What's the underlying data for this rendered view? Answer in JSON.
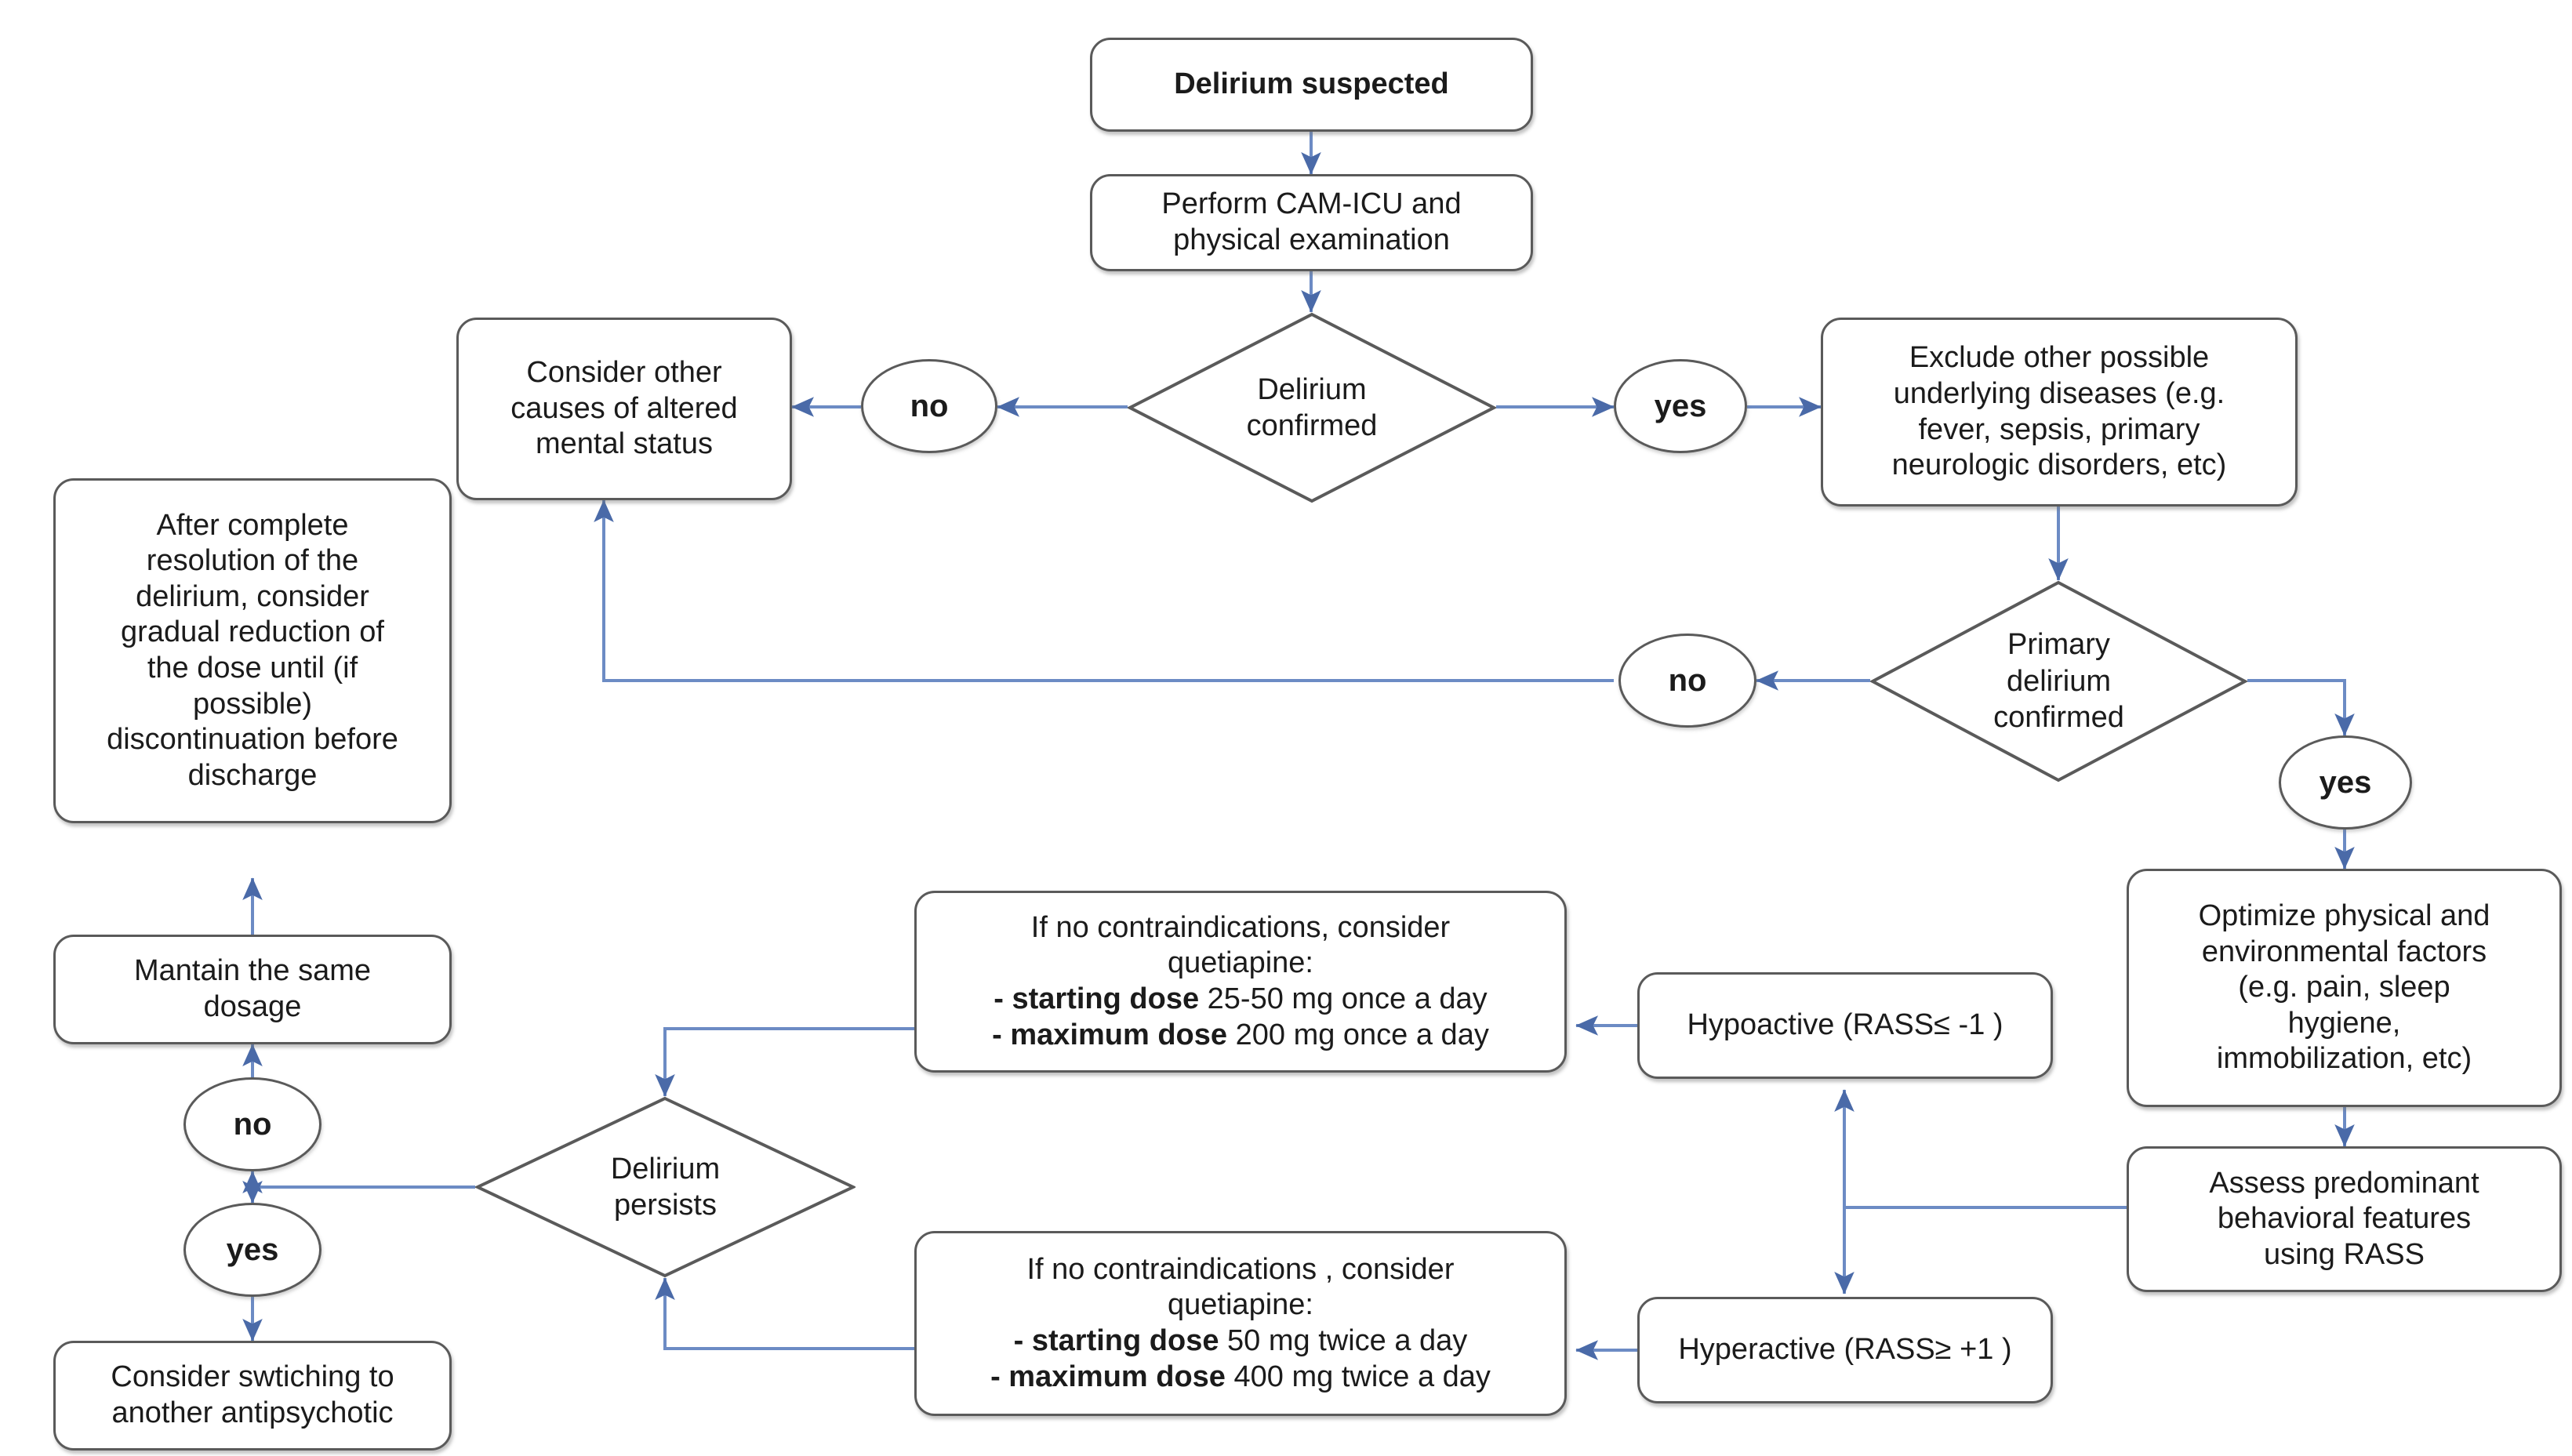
{
  "diagram": {
    "title": "Delirium suspected management algorithm",
    "colors": {
      "edge": "#6c8bc4",
      "node_border": "#5a5a5a",
      "node_fill": "#ffffff",
      "text": "#1b1b1b",
      "background": "#ffffff"
    }
  },
  "nodes": {
    "delirium_suspected": {
      "label": "Delirium suspected",
      "shape": "process"
    },
    "perform_camicu": {
      "lines": [
        "Perform CAM-ICU and",
        "physical examination"
      ],
      "shape": "process"
    },
    "delirium_confirmed": {
      "lines": [
        "Delirium",
        "confirmed"
      ],
      "shape": "decision"
    },
    "no_1": {
      "label": "no",
      "shape": "ellipse"
    },
    "yes_1": {
      "label": "yes",
      "shape": "ellipse"
    },
    "consider_other_causes": {
      "lines": [
        "Consider other",
        "causes of altered",
        "mental status"
      ],
      "shape": "process"
    },
    "exclude_other_diseases": {
      "lines": [
        "Exclude other possible",
        "underlying diseases (e.g.",
        "fever, sepsis, primary",
        "neurologic disorders, etc)"
      ],
      "shape": "process"
    },
    "primary_delirium_confirmed": {
      "lines": [
        "Primary",
        "delirium",
        "confirmed"
      ],
      "shape": "decision"
    },
    "no_2": {
      "label": "no",
      "shape": "ellipse"
    },
    "yes_2": {
      "label": "yes",
      "shape": "ellipse"
    },
    "optimize_factors": {
      "lines": [
        "Optimize physical and",
        "environmental factors",
        "(e.g. pain, sleep",
        "hygiene,",
        "immobilization, etc)"
      ],
      "shape": "process"
    },
    "assess_rass": {
      "lines": [
        "Assess predominant",
        "behavioral features",
        "using RASS"
      ],
      "shape": "process"
    },
    "hypoactive": {
      "label": "Hypoactive (RASS≤ -1 )",
      "shape": "process"
    },
    "hyperactive": {
      "label": "Hyperactive (RASS≥ +1 )",
      "shape": "process"
    },
    "quetiapine_hypo": {
      "shape": "process",
      "lines": [
        {
          "text": "If no contraindications, consider",
          "bold": false
        },
        {
          "text": "quetiapine:",
          "bold": false
        },
        {
          "bold_part": "- starting dose",
          "rest": " 25-50 mg once a day"
        },
        {
          "bold_part": "- maximum dose",
          "rest": " 200 mg once a day"
        }
      ]
    },
    "quetiapine_hyper": {
      "shape": "process",
      "lines": [
        {
          "text": "If no contraindications , consider",
          "bold": false
        },
        {
          "text": "quetiapine:",
          "bold": false
        },
        {
          "bold_part": "- starting dose",
          "rest": " 50 mg twice a day"
        },
        {
          "bold_part": "- maximum dose",
          "rest": " 400 mg twice a day"
        }
      ]
    },
    "delirium_persists": {
      "lines": [
        "Delirium",
        "persists"
      ],
      "shape": "decision"
    },
    "no_3": {
      "label": "no",
      "shape": "ellipse"
    },
    "yes_3": {
      "label": "yes",
      "shape": "ellipse"
    },
    "maintain_dosage": {
      "lines": [
        "Mantain the same",
        "dosage"
      ],
      "shape": "process"
    },
    "consider_switching": {
      "lines": [
        "Consider swtiching to",
        "another antipsychotic"
      ],
      "shape": "process"
    },
    "after_resolution": {
      "lines": [
        "After complete",
        "resolution of the",
        "delirium, consider",
        "gradual reduction of",
        "the dose until (if",
        "possible)",
        "discontinuation before",
        "discharge"
      ],
      "shape": "process"
    }
  },
  "edges": [
    {
      "from": "delirium_suspected",
      "to": "perform_camicu"
    },
    {
      "from": "perform_camicu",
      "to": "delirium_confirmed"
    },
    {
      "from": "delirium_confirmed",
      "to": "no_1",
      "label": "no"
    },
    {
      "from": "no_1",
      "to": "consider_other_causes"
    },
    {
      "from": "delirium_confirmed",
      "to": "yes_1",
      "label": "yes"
    },
    {
      "from": "yes_1",
      "to": "exclude_other_diseases"
    },
    {
      "from": "exclude_other_diseases",
      "to": "primary_delirium_confirmed"
    },
    {
      "from": "primary_delirium_confirmed",
      "to": "no_2",
      "label": "no"
    },
    {
      "from": "no_2",
      "to": "consider_other_causes"
    },
    {
      "from": "primary_delirium_confirmed",
      "to": "yes_2",
      "label": "yes"
    },
    {
      "from": "yes_2",
      "to": "optimize_factors"
    },
    {
      "from": "optimize_factors",
      "to": "assess_rass"
    },
    {
      "from": "assess_rass",
      "to": "hypoactive"
    },
    {
      "from": "assess_rass",
      "to": "hyperactive"
    },
    {
      "from": "hypoactive",
      "to": "quetiapine_hypo"
    },
    {
      "from": "hyperactive",
      "to": "quetiapine_hyper"
    },
    {
      "from": "quetiapine_hypo",
      "to": "delirium_persists"
    },
    {
      "from": "quetiapine_hyper",
      "to": "delirium_persists"
    },
    {
      "from": "delirium_persists",
      "to": "no_3",
      "label": "no"
    },
    {
      "from": "delirium_persists",
      "to": "yes_3",
      "label": "yes"
    },
    {
      "from": "no_3",
      "to": "maintain_dosage"
    },
    {
      "from": "yes_3",
      "to": "consider_switching"
    },
    {
      "from": "maintain_dosage",
      "to": "after_resolution"
    }
  ]
}
